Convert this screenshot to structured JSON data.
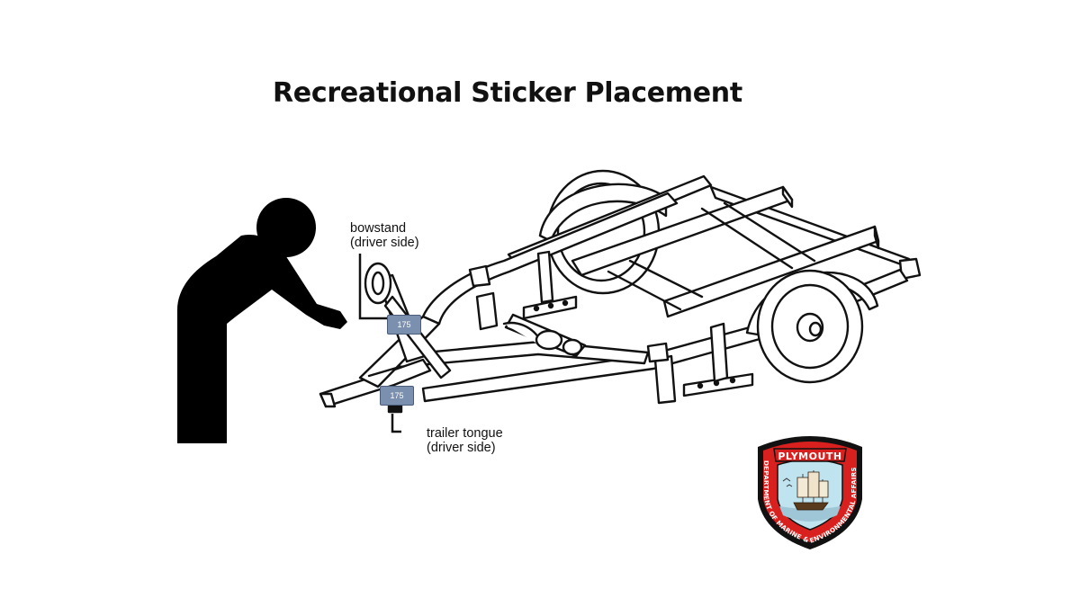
{
  "title": "Recreational Sticker Placement",
  "labels": {
    "bowstand": [
      "bowstand",
      "(driver side)"
    ],
    "tongue": [
      "trailer tongue",
      "(driver side)"
    ]
  },
  "stickers": {
    "bowstand_number": "175",
    "tongue_number": "175"
  },
  "seal": {
    "name": "PLYMOUTH",
    "arc_text": "DEPARTMENT OF MARINE & ENVIRONMENTAL AFFAIRS",
    "colors": {
      "outer": "#111111",
      "ring": "#d8201e",
      "sky": "#bfe3ef",
      "water": "#9fc6d6"
    }
  },
  "colors": {
    "sticker_fill": "#7b8fae",
    "outline": "#111111",
    "figure": "#000000"
  }
}
